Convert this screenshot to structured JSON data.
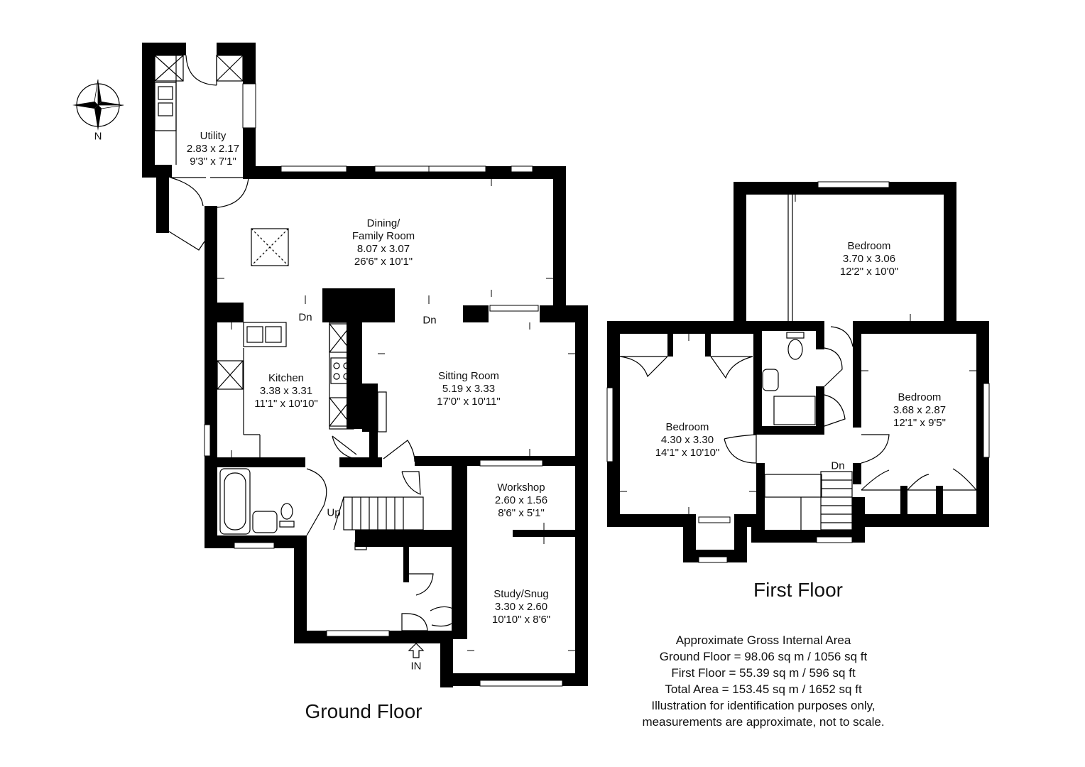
{
  "compass": {
    "label": "N"
  },
  "ground_floor": {
    "title": "Ground Floor",
    "rooms": [
      {
        "name": "Utility",
        "metric": "2.83 x 2.17",
        "imperial": "9'3\" x 7'1\""
      },
      {
        "name": "Dining/\nFamily Room",
        "metric": "8.07 x 3.07",
        "imperial": "26'6\" x 10'1\""
      },
      {
        "name": "Kitchen",
        "metric": "3.38 x 3.31",
        "imperial": "11'1\" x 10'10\""
      },
      {
        "name": "Sitting Room",
        "metric": "5.19 x 3.33",
        "imperial": "17'0\" x 10'11\""
      },
      {
        "name": "Workshop",
        "metric": "2.60 x 1.56",
        "imperial": "8'6\" x 5'1\""
      },
      {
        "name": "Study/Snug",
        "metric": "3.30 x 2.60",
        "imperial": "10'10\" x 8'6\""
      }
    ],
    "stair_labels": {
      "dn1": "Dn",
      "dn2": "Dn",
      "up": "Up"
    },
    "entrance": "IN"
  },
  "first_floor": {
    "title": "First Floor",
    "rooms": [
      {
        "name": "Bedroom",
        "metric": "3.70 x 3.06",
        "imperial": "12'2\" x 10'0\""
      },
      {
        "name": "Bedroom",
        "metric": "4.30 x 3.30",
        "imperial": "14'1\" x 10'10\""
      },
      {
        "name": "Bedroom",
        "metric": "3.68 x 2.87",
        "imperial": "12'1\" x 9'5\""
      }
    ],
    "stair_labels": {
      "dn": "Dn"
    }
  },
  "area_info": {
    "heading": "Approximate Gross Internal Area",
    "ground": "Ground Floor = 98.06 sq m / 1056 sq ft",
    "first": "First Floor = 55.39 sq m / 596 sq ft",
    "total": "Total Area = 153.45 sq m / 1652 sq ft",
    "disclaimer_1": "Illustration for identification purposes only,",
    "disclaimer_2": "measurements are approximate, not to scale."
  }
}
